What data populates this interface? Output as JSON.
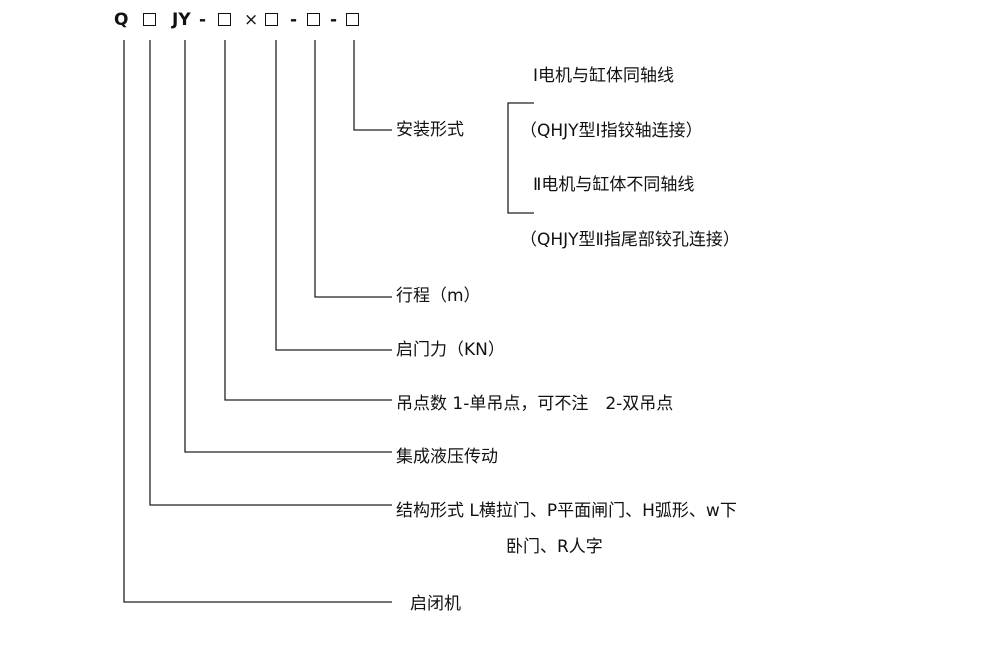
{
  "code": {
    "q": "Q",
    "jy": "JY",
    "dash": "-",
    "times": "×"
  },
  "labels": {
    "install": "安装形式",
    "install_opt1": "Ⅰ电机与缸体同轴线",
    "install_opt1_note": "（QHJY型Ⅰ指铰轴连接）",
    "install_opt2": "Ⅱ电机与缸体不同轴线",
    "install_opt2_note": "（QHJY型Ⅱ指尾部铰孔连接）",
    "stroke": "行程（m）",
    "force": "启门力（KN）",
    "lift_points": "吊点数 1-单吊点，可不注　2-双吊点",
    "hydraulic": "集成液压传动",
    "structure": "结构形式 L横拉门、P平面闸门、H弧形、w下",
    "structure_cont": "卧门、R人字",
    "hoist": "启闭机"
  }
}
